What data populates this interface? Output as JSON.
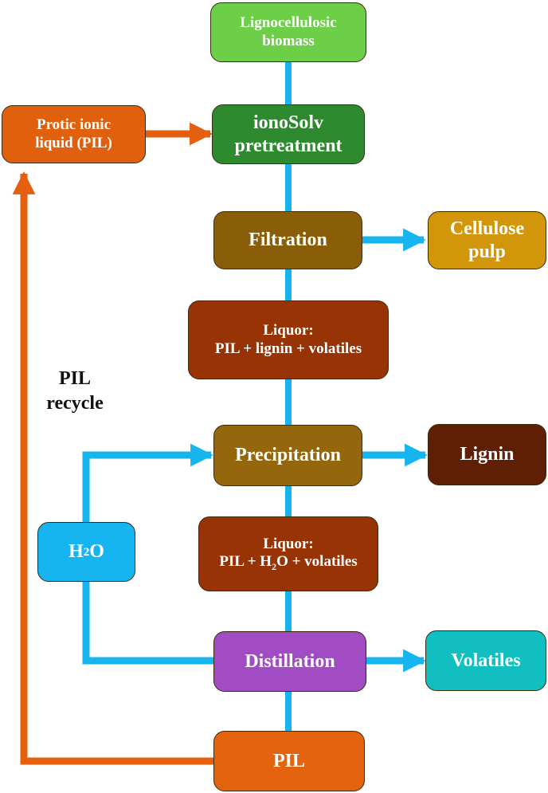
{
  "colors": {
    "blue_arrow": "#16b5ee",
    "orange_arrow": "#e4600e",
    "biomass": "#6ccf47",
    "pretreatment": "#2e8a2e",
    "filtration": "#8a5e08",
    "cellulose": "#d2960a",
    "liquor": "#973305",
    "precipitation": "#95670c",
    "lignin": "#5e1f05",
    "water": "#17b5ef",
    "distillation": "#a24cc3",
    "volatiles": "#11bfc0",
    "pil": "#e3630f",
    "protic": "#e0600e"
  },
  "nodes": {
    "biomass": {
      "line1": "Lignocellulosic",
      "line2": "biomass"
    },
    "protic": {
      "line1": "Protic ionic",
      "line2": "liquid (PIL)"
    },
    "pretreatment": {
      "line1": "ionoSolv",
      "line2": "pretreatment"
    },
    "filtration": {
      "label": "Filtration"
    },
    "cellulose": {
      "line1": "Cellulose",
      "line2": "pulp"
    },
    "liquor1": {
      "line1": "Liquor:",
      "line2": "PIL + lignin + volatiles"
    },
    "precipitation": {
      "label": "Precipitation"
    },
    "lignin": {
      "label": "Lignin"
    },
    "water": {
      "main": "H",
      "sub": "2",
      "tail": "O"
    },
    "liquor2": {
      "line1": "Liquor:",
      "line2_a": "PIL + H",
      "line2_sub": "2",
      "line2_b": "O + volatiles"
    },
    "distillation": {
      "label": "Distillation"
    },
    "volatiles": {
      "label": "Volatiles"
    },
    "pil": {
      "label": "PIL"
    }
  },
  "recycle_label": {
    "line1": "PIL",
    "line2": "recycle"
  }
}
